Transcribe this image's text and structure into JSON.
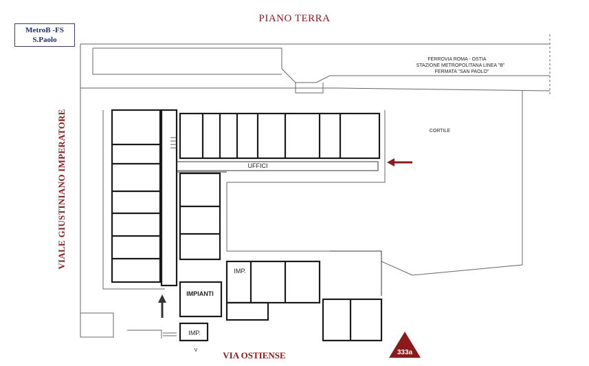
{
  "title": "PIANO TERRA",
  "metro_box": {
    "line1": "MetroB -FS",
    "line2": "S.Paolo"
  },
  "streets": {
    "left": "VIALE GIUSTINIANO IMPERATORE",
    "bottom": "VIA OSTIENSE"
  },
  "railway_labels": [
    "FERROVIA ROMA - OSTIA",
    "STAZIONE METROPOLITANA LINEA \"B\"",
    "FERMATA \"SAN PAOLO\""
  ],
  "areas": {
    "courtyard": "CORTILE",
    "offices": "UFFICI",
    "plant_room": "IMPIANTI",
    "imp_1": "IMP.",
    "imp_2": "IMP.",
    "small_v": "V"
  },
  "building_marker": {
    "label": "333a",
    "color": "#8b1a1a"
  },
  "colors": {
    "title": "#8b1a1a",
    "walls": "#1a1a1a",
    "outline": "#555555",
    "arrow": "#8b1a1a"
  }
}
